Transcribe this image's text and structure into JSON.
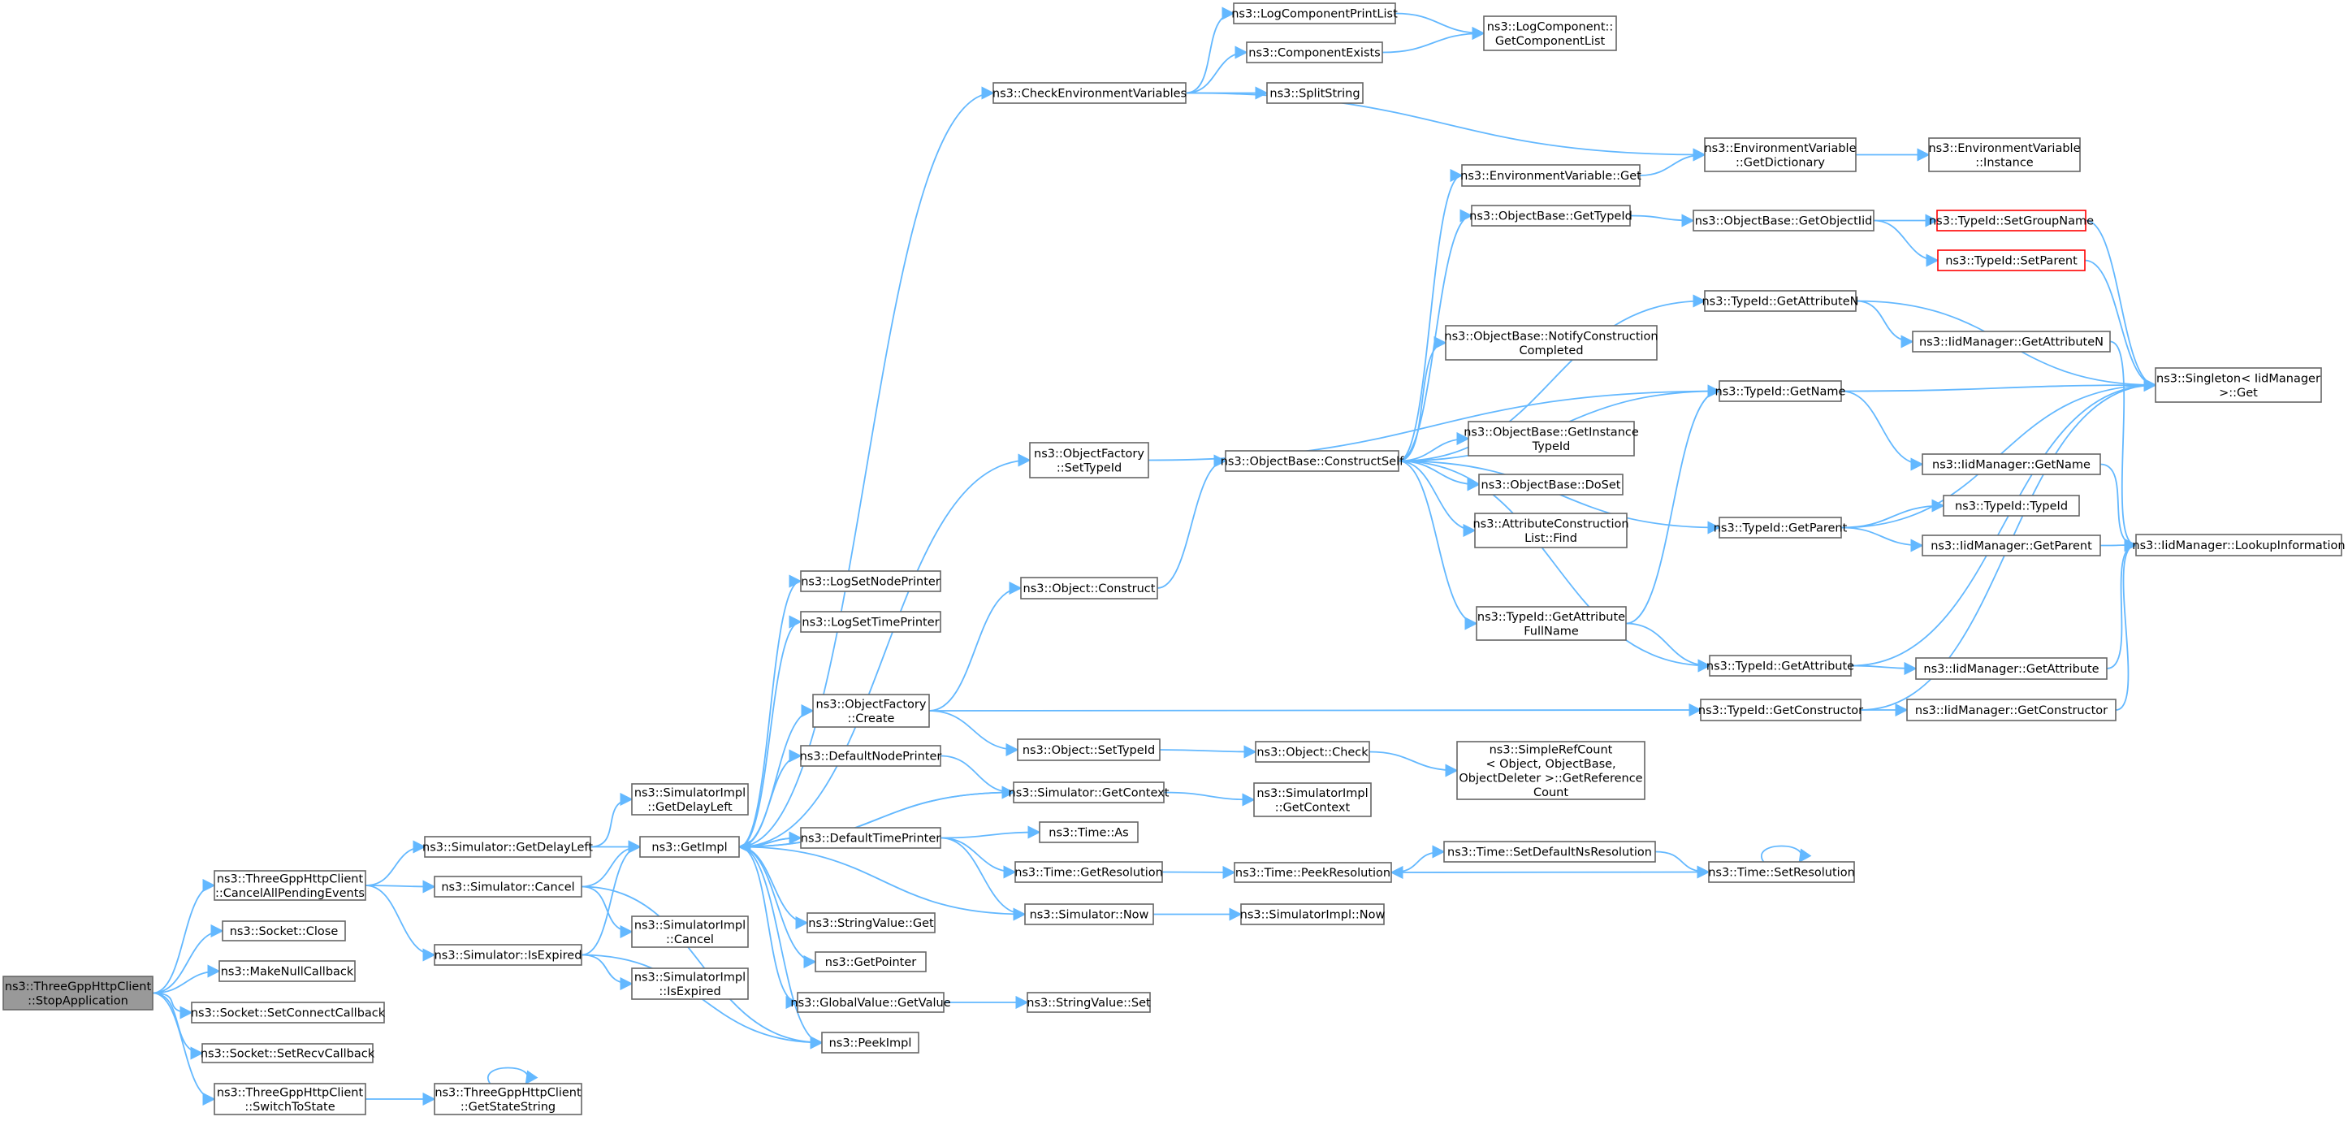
{
  "nodes": [
    {
      "id": "root",
      "lines": [
        "ns3::ThreeGppHttpClient",
        "::StopApplication"
      ],
      "style": "root"
    },
    {
      "id": "cancelAll",
      "lines": [
        "ns3::ThreeGppHttpClient",
        "::CancelAllPendingEvents"
      ]
    },
    {
      "id": "sockClose",
      "lines": [
        "ns3::Socket::Close"
      ]
    },
    {
      "id": "makeNull",
      "lines": [
        "ns3::MakeNullCallback"
      ]
    },
    {
      "id": "setConnect",
      "lines": [
        "ns3::Socket::SetConnectCallback"
      ]
    },
    {
      "id": "setRecv",
      "lines": [
        "ns3::Socket::SetRecvCallback"
      ]
    },
    {
      "id": "switchTo",
      "lines": [
        "ns3::ThreeGppHttpClient",
        "::SwitchToState"
      ]
    },
    {
      "id": "getState",
      "lines": [
        "ns3::ThreeGppHttpClient",
        "::GetStateString"
      ]
    },
    {
      "id": "simGetDelay",
      "lines": [
        "ns3::Simulator::GetDelayLeft"
      ]
    },
    {
      "id": "simCancel",
      "lines": [
        "ns3::Simulator::Cancel"
      ]
    },
    {
      "id": "simIsExpired",
      "lines": [
        "ns3::Simulator::IsExpired"
      ]
    },
    {
      "id": "implGetDelay",
      "lines": [
        "ns3::SimulatorImpl",
        "::GetDelayLeft"
      ]
    },
    {
      "id": "getImpl",
      "lines": [
        "ns3::GetImpl"
      ]
    },
    {
      "id": "implCancel",
      "lines": [
        "ns3::SimulatorImpl",
        "::Cancel"
      ]
    },
    {
      "id": "implIsExpired",
      "lines": [
        "ns3::SimulatorImpl",
        "::IsExpired"
      ]
    },
    {
      "id": "logNode",
      "lines": [
        "ns3::LogSetNodePrinter"
      ]
    },
    {
      "id": "logTime",
      "lines": [
        "ns3::LogSetTimePrinter"
      ]
    },
    {
      "id": "ofCreate",
      "lines": [
        "ns3::ObjectFactory",
        "::Create"
      ]
    },
    {
      "id": "defNode",
      "lines": [
        "ns3::DefaultNodePrinter"
      ]
    },
    {
      "id": "defTime",
      "lines": [
        "ns3::DefaultTimePrinter"
      ]
    },
    {
      "id": "svGet",
      "lines": [
        "ns3::StringValue::Get"
      ]
    },
    {
      "id": "getPointer",
      "lines": [
        "ns3::GetPointer"
      ]
    },
    {
      "id": "gvGetValue",
      "lines": [
        "ns3::GlobalValue::GetValue"
      ]
    },
    {
      "id": "peekImpl",
      "lines": [
        "ns3::PeekImpl"
      ]
    },
    {
      "id": "checkEnv",
      "lines": [
        "ns3::CheckEnvironmentVariables"
      ]
    },
    {
      "id": "logCompPrint",
      "lines": [
        "ns3::LogComponentPrintList"
      ]
    },
    {
      "id": "compExists",
      "lines": [
        "ns3::ComponentExists"
      ]
    },
    {
      "id": "splitString",
      "lines": [
        "ns3::SplitString"
      ]
    },
    {
      "id": "logCompList",
      "lines": [
        "ns3::LogComponent::",
        "GetComponentList"
      ]
    },
    {
      "id": "envGetDict",
      "lines": [
        "ns3::EnvironmentVariable",
        "::GetDictionary"
      ]
    },
    {
      "id": "envInstance",
      "lines": [
        "ns3::EnvironmentVariable",
        "::Instance"
      ]
    },
    {
      "id": "ofSetTypeId",
      "lines": [
        "ns3::ObjectFactory",
        "::SetTypeId"
      ]
    },
    {
      "id": "objConstruct",
      "lines": [
        "ns3::Object::Construct"
      ]
    },
    {
      "id": "objSetTypeId",
      "lines": [
        "ns3::Object::SetTypeId"
      ]
    },
    {
      "id": "simGetContext",
      "lines": [
        "ns3::Simulator::GetContext"
      ]
    },
    {
      "id": "timeAs",
      "lines": [
        "ns3::Time::As"
      ]
    },
    {
      "id": "timeGetRes",
      "lines": [
        "ns3::Time::GetResolution"
      ]
    },
    {
      "id": "simNow",
      "lines": [
        "ns3::Simulator::Now"
      ]
    },
    {
      "id": "svSet",
      "lines": [
        "ns3::StringValue::Set"
      ]
    },
    {
      "id": "obConstructSelf",
      "lines": [
        "ns3::ObjectBase::ConstructSelf"
      ]
    },
    {
      "id": "objCheck",
      "lines": [
        "ns3::Object::Check"
      ]
    },
    {
      "id": "implGetContext",
      "lines": [
        "ns3::SimulatorImpl",
        "::GetContext"
      ]
    },
    {
      "id": "timePeekRes",
      "lines": [
        "ns3::Time::PeekResolution"
      ]
    },
    {
      "id": "implNow",
      "lines": [
        "ns3::SimulatorImpl::Now"
      ]
    },
    {
      "id": "envGet",
      "lines": [
        "ns3::EnvironmentVariable::Get"
      ]
    },
    {
      "id": "obGetTypeId",
      "lines": [
        "ns3::ObjectBase::GetTypeId"
      ]
    },
    {
      "id": "obNotify",
      "lines": [
        "ns3::ObjectBase::NotifyConstruction",
        "Completed"
      ]
    },
    {
      "id": "obGetInstance",
      "lines": [
        "ns3::ObjectBase::GetInstance",
        "TypeId"
      ]
    },
    {
      "id": "obDoSet",
      "lines": [
        "ns3::ObjectBase::DoSet"
      ]
    },
    {
      "id": "attrFind",
      "lines": [
        "ns3::AttributeConstruction",
        "List::Find"
      ]
    },
    {
      "id": "tidGetAttrFull",
      "lines": [
        "ns3::TypeId::GetAttribute",
        "FullName"
      ]
    },
    {
      "id": "simpleRef",
      "lines": [
        "ns3::SimpleRefCount",
        "< Object, ObjectBase,",
        "ObjectDeleter >::GetReference",
        "Count"
      ]
    },
    {
      "id": "timeSetDefNs",
      "lines": [
        "ns3::Time::SetDefaultNsResolution"
      ]
    },
    {
      "id": "obGetObjectTid",
      "lines": [
        "ns3::ObjectBase::GetObjectIid"
      ]
    },
    {
      "id": "tidGetAttrN",
      "lines": [
        "ns3::TypeId::GetAttributeN"
      ]
    },
    {
      "id": "tidGetName",
      "lines": [
        "ns3::TypeId::GetName"
      ]
    },
    {
      "id": "tidGetParent",
      "lines": [
        "ns3::TypeId::GetParent"
      ]
    },
    {
      "id": "tidGetAttribute",
      "lines": [
        "ns3::TypeId::GetAttribute"
      ]
    },
    {
      "id": "tidGetConstructor",
      "lines": [
        "ns3::TypeId::GetConstructor"
      ]
    },
    {
      "id": "timeSetRes",
      "lines": [
        "ns3::Time::SetResolution"
      ]
    },
    {
      "id": "tidSetGroup",
      "lines": [
        "ns3::TypeId::SetGroupName"
      ],
      "style": "red"
    },
    {
      "id": "tidSetParent",
      "lines": [
        "ns3::TypeId::SetParent"
      ],
      "style": "red"
    },
    {
      "id": "iidGetAttrN",
      "lines": [
        "ns3::IidManager::GetAttributeN"
      ]
    },
    {
      "id": "iidGetName",
      "lines": [
        "ns3::IidManager::GetName"
      ]
    },
    {
      "id": "tidTypeId",
      "lines": [
        "ns3::TypeId::TypeId"
      ]
    },
    {
      "id": "iidGetParent",
      "lines": [
        "ns3::IidManager::GetParent"
      ]
    },
    {
      "id": "iidGetAttribute",
      "lines": [
        "ns3::IidManager::GetAttribute"
      ]
    },
    {
      "id": "iidGetConstructor",
      "lines": [
        "ns3::IidManager::GetConstructor"
      ]
    },
    {
      "id": "singletonGet",
      "lines": [
        "ns3::Singleton< IidManager",
        ">::Get"
      ]
    },
    {
      "id": "iidLookup",
      "lines": [
        "ns3::IidManager::LookupInformation"
      ]
    }
  ],
  "edges": [
    [
      "root",
      "cancelAll"
    ],
    [
      "root",
      "sockClose"
    ],
    [
      "root",
      "makeNull"
    ],
    [
      "root",
      "setConnect"
    ],
    [
      "root",
      "setRecv"
    ],
    [
      "root",
      "switchTo"
    ],
    [
      "cancelAll",
      "simGetDelay"
    ],
    [
      "cancelAll",
      "simCancel"
    ],
    [
      "cancelAll",
      "simIsExpired"
    ],
    [
      "switchTo",
      "getState"
    ],
    [
      "getState",
      "getState"
    ],
    [
      "simGetDelay",
      "implGetDelay"
    ],
    [
      "simGetDelay",
      "getImpl"
    ],
    [
      "simCancel",
      "getImpl"
    ],
    [
      "simCancel",
      "implCancel"
    ],
    [
      "simCancel",
      "peekImpl"
    ],
    [
      "simIsExpired",
      "getImpl"
    ],
    [
      "simIsExpired",
      "implIsExpired"
    ],
    [
      "simIsExpired",
      "peekImpl"
    ],
    [
      "getImpl",
      "checkEnv"
    ],
    [
      "getImpl",
      "logNode"
    ],
    [
      "getImpl",
      "logTime"
    ],
    [
      "getImpl",
      "ofCreate"
    ],
    [
      "getImpl",
      "ofSetTypeId"
    ],
    [
      "getImpl",
      "defNode"
    ],
    [
      "getImpl",
      "simGetContext"
    ],
    [
      "getImpl",
      "defTime"
    ],
    [
      "getImpl",
      "svGet"
    ],
    [
      "getImpl",
      "getPointer"
    ],
    [
      "getImpl",
      "gvGetValue"
    ],
    [
      "getImpl",
      "peekImpl"
    ],
    [
      "simGetContext",
      "getImpl"
    ],
    [
      "defTime",
      "getImpl"
    ],
    [
      "simNow",
      "getImpl"
    ],
    [
      "checkEnv",
      "logCompPrint"
    ],
    [
      "checkEnv",
      "compExists"
    ],
    [
      "checkEnv",
      "splitString"
    ],
    [
      "checkEnv",
      "envGetDict"
    ],
    [
      "logCompPrint",
      "logCompList"
    ],
    [
      "compExists",
      "logCompList"
    ],
    [
      "envGetDict",
      "envInstance"
    ],
    [
      "ofSetTypeId",
      "tidGetName"
    ],
    [
      "ofCreate",
      "objConstruct"
    ],
    [
      "ofCreate",
      "objSetTypeId"
    ],
    [
      "ofCreate",
      "tidGetConstructor"
    ],
    [
      "objConstruct",
      "obConstructSelf"
    ],
    [
      "objSetTypeId",
      "objCheck"
    ],
    [
      "objCheck",
      "simpleRef"
    ],
    [
      "defNode",
      "simGetContext"
    ],
    [
      "simGetContext",
      "implGetContext"
    ],
    [
      "defTime",
      "timeAs"
    ],
    [
      "defTime",
      "timeGetRes"
    ],
    [
      "defTime",
      "simNow"
    ],
    [
      "timeGetRes",
      "timePeekRes"
    ],
    [
      "timePeekRes",
      "timeSetDefNs"
    ],
    [
      "timeSetDefNs",
      "timeSetRes"
    ],
    [
      "timeSetRes",
      "timePeekRes"
    ],
    [
      "timeSetRes",
      "timeSetRes"
    ],
    [
      "simNow",
      "implNow"
    ],
    [
      "gvGetValue",
      "svSet"
    ],
    [
      "obConstructSelf",
      "envGet"
    ],
    [
      "obConstructSelf",
      "obGetTypeId"
    ],
    [
      "obConstructSelf",
      "tidGetAttrN"
    ],
    [
      "obConstructSelf",
      "obNotify"
    ],
    [
      "obConstructSelf",
      "tidGetName"
    ],
    [
      "obConstructSelf",
      "obGetInstance"
    ],
    [
      "obConstructSelf",
      "obDoSet"
    ],
    [
      "obConstructSelf",
      "attrFind"
    ],
    [
      "obConstructSelf",
      "tidGetParent"
    ],
    [
      "obConstructSelf",
      "tidGetAttrFull"
    ],
    [
      "obConstructSelf",
      "tidGetAttribute"
    ],
    [
      "envGet",
      "envGetDict"
    ],
    [
      "obGetTypeId",
      "obGetObjectTid"
    ],
    [
      "obGetObjectTid",
      "tidSetGroup"
    ],
    [
      "obGetObjectTid",
      "tidSetParent"
    ],
    [
      "tidGetAttrFull",
      "tidGetName"
    ],
    [
      "tidGetAttrFull",
      "tidGetAttribute"
    ],
    [
      "tidGetAttrN",
      "singletonGet"
    ],
    [
      "tidGetAttrN",
      "iidGetAttrN"
    ],
    [
      "tidGetName",
      "singletonGet"
    ],
    [
      "tidGetName",
      "iidGetName"
    ],
    [
      "tidGetParent",
      "singletonGet"
    ],
    [
      "tidGetParent",
      "tidTypeId"
    ],
    [
      "tidGetParent",
      "iidGetParent"
    ],
    [
      "tidGetAttribute",
      "singletonGet"
    ],
    [
      "tidGetAttribute",
      "iidGetAttribute"
    ],
    [
      "tidGetConstructor",
      "singletonGet"
    ],
    [
      "tidGetConstructor",
      "iidGetConstructor"
    ],
    [
      "tidSetGroup",
      "singletonGet"
    ],
    [
      "tidSetParent",
      "singletonGet"
    ],
    [
      "iidGetAttrN",
      "iidLookup"
    ],
    [
      "iidGetName",
      "iidLookup"
    ],
    [
      "iidGetParent",
      "iidLookup"
    ],
    [
      "iidGetAttribute",
      "iidLookup"
    ],
    [
      "iidGetConstructor",
      "iidLookup"
    ]
  ]
}
